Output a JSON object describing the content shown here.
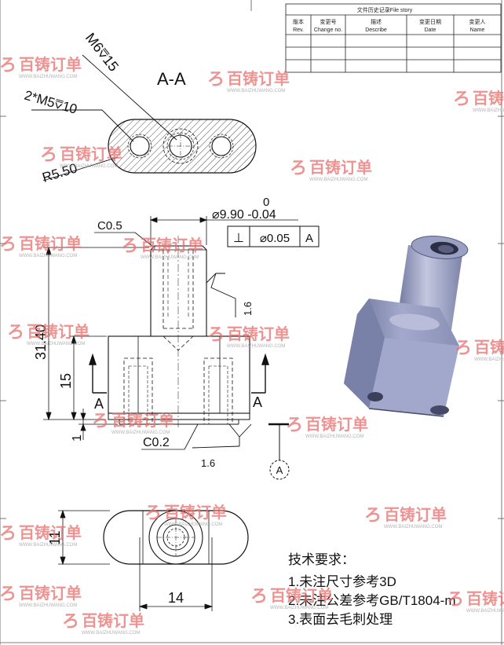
{
  "revision_table": {
    "title": "文件历史记录File story",
    "headers": [
      {
        "cn": "版本",
        "en": "Rev."
      },
      {
        "cn": "变更号",
        "en": "Change no."
      },
      {
        "cn": "描述",
        "en": "Describe"
      },
      {
        "cn": "变更日期",
        "en": "Date"
      },
      {
        "cn": "变更人",
        "en": "Name"
      }
    ]
  },
  "section_view": {
    "title": "A-A",
    "callout_thread": "M6⩢15",
    "callout_holes": "2*M5⩢10",
    "callout_radius": "R5.50"
  },
  "front_view": {
    "diameter_top": "0",
    "diameter_main": "⌀9.90 -0.04",
    "chamfer_top": "C0.5",
    "fcf_symbol": "⊥",
    "fcf_tolerance": "⌀0.05",
    "fcf_datum": "A",
    "roughness_shaft": "1.6",
    "dim_height_total": "31.40",
    "dim_height_base": "15",
    "dim_bottom": "1",
    "section_mark_left": "A",
    "section_mark_right": "A",
    "chamfer_bottom": "C0.2",
    "roughness_bottom": "1.6",
    "datum_label": "A"
  },
  "top_view": {
    "dim_width": "11",
    "dim_spacing": "14"
  },
  "notes": {
    "heading": "技术要求：",
    "items": [
      "1.未注尺寸参考3D",
      "2.未注公差参考GB/T1804-m",
      "3.表面去毛刺处理"
    ]
  },
  "watermark": {
    "brand": "百铸订单",
    "url": "WWW.BAIZHUWANG.COM"
  },
  "colors": {
    "watermark": "#e8716f",
    "line": "#111111",
    "render_body": "#9ea4c7"
  }
}
